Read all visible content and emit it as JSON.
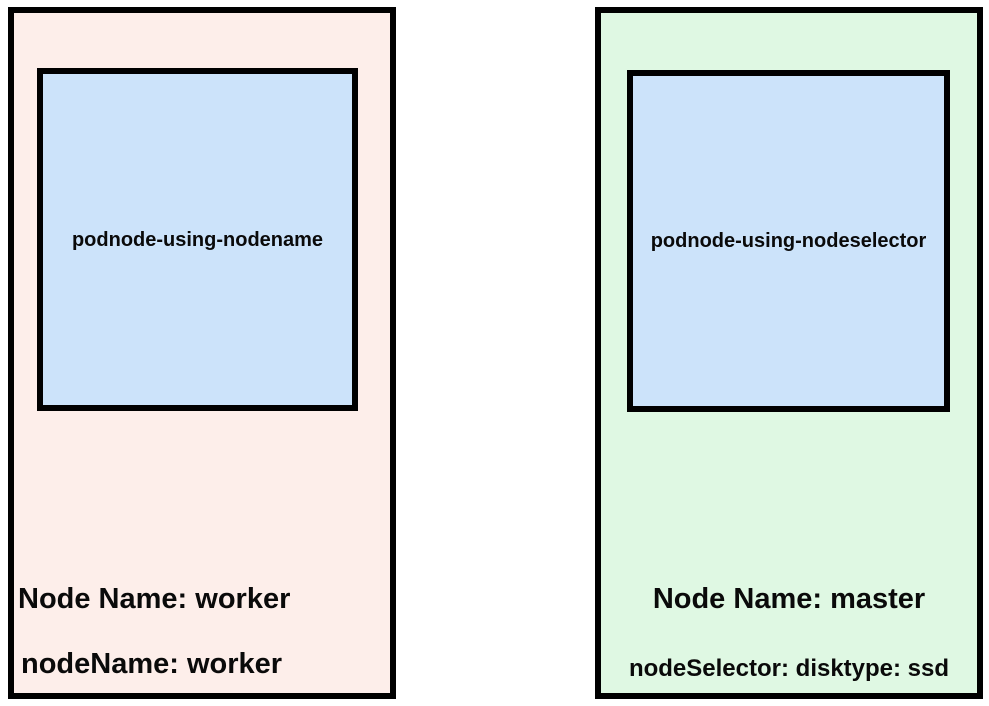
{
  "diagram": {
    "background_color": "#ffffff",
    "border_color": "#000000",
    "text_color": "#0a0a0a",
    "nodes": [
      {
        "id": "worker-node",
        "fill": "#fdeeea",
        "pod": {
          "label": "podnode-using-nodename",
          "fill": "#cce3fa"
        },
        "title": "Node Name: worker",
        "subtitle": "nodeName: worker"
      },
      {
        "id": "master-node",
        "fill": "#dff8e3",
        "pod": {
          "label": "podnode-using-nodeselector",
          "fill": "#cce3fa"
        },
        "title": "Node Name: master",
        "subtitle": "nodeSelector: disktype: ssd"
      }
    ]
  }
}
